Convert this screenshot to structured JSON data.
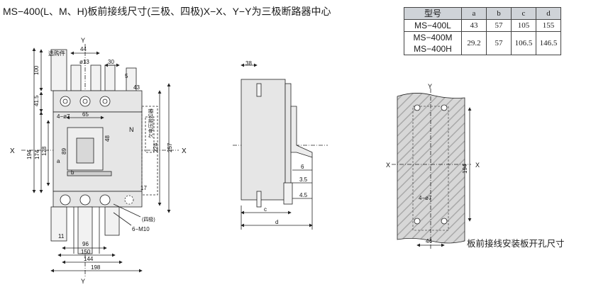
{
  "title": "MS−400(L、M、H)板前接线尺寸(三极、四极)X−X、Y−Y为三极断路器中心",
  "caption": "板前接线安装板开孔尺寸",
  "table": {
    "headers": [
      "型号",
      "a",
      "b",
      "c",
      "d"
    ],
    "rows": [
      {
        "model": "MS−400L",
        "a": "43",
        "b": "57",
        "c": "105",
        "d": "155"
      },
      {
        "model": "MS−400M",
        "model2": "MS−400H",
        "a": "29.2",
        "b": "57",
        "c": "106.5",
        "d": "146.5"
      }
    ]
  },
  "front_view": {
    "axis_y_top": "Y",
    "axis_y_bottom": "Y",
    "axis_x_left": "X",
    "axis_x_right": "X",
    "optional_part": "选购件",
    "dims": {
      "d44": "44",
      "d13": "ø13",
      "d30": "30",
      "d5": "5",
      "d43": "43",
      "d100": "100",
      "d415": "41.5",
      "d47": "4−ø7",
      "d65": "65",
      "d194": "194",
      "d174": "174",
      "d128": "128",
      "d89": "89",
      "d48": "48",
      "da": "a",
      "db": "b",
      "d224": "224",
      "d257": "257",
      "d96": "96",
      "d150": "150",
      "d144": "144",
      "d198": "198",
      "d6m10": "6−M10",
      "d11": "11",
      "d17": "17"
    },
    "n_label": "N",
    "vertical_label": "欠电压脱扣器",
    "four_pole": "(四极)"
  },
  "side_view": {
    "d38": "38",
    "d6": "6",
    "d35": "3.5",
    "d45": "4.5",
    "dc": "c",
    "dd": "d"
  },
  "panel_view": {
    "axis_y": "Y",
    "axis_x_left": "X",
    "axis_x_right": "X",
    "d194": "194",
    "d47": "4−ø7",
    "d44": "44"
  },
  "colors": {
    "panel_fill": "#d7d7d7",
    "hatch": "#a9a9a9",
    "body": "#e6e6e6",
    "line": "#222222",
    "table_head": "#cfd3d8"
  }
}
